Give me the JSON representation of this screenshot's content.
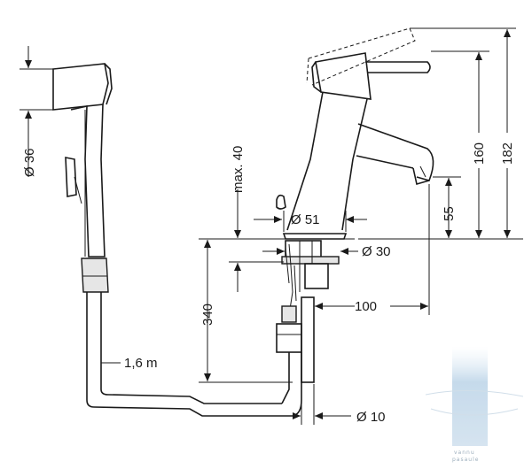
{
  "dimensions": {
    "handshower_diameter": "Ø 36",
    "hose_length": "1,6 m",
    "max_height": "max. 40",
    "base_diameter": "Ø 51",
    "shank_diameter": "Ø 30",
    "hose_below_counter": "340",
    "projection": "100",
    "spout_height": "55",
    "height_160": "160",
    "height_182": "182",
    "supply_diameter": "Ø 10"
  },
  "watermark": {
    "line1": "vannu",
    "line2": "pasaule"
  },
  "colors": {
    "line": "#1a1a1a",
    "shade": "#e6e6e6",
    "watermark": "#b9d2e6"
  }
}
